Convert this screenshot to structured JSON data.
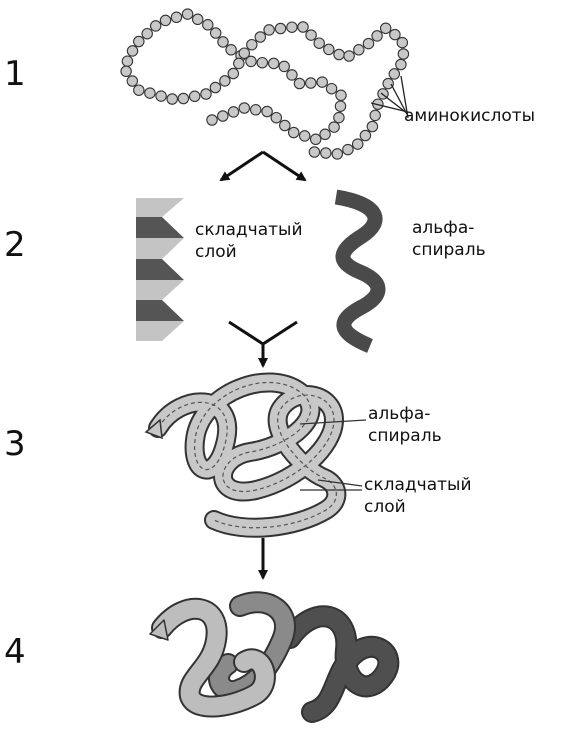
{
  "stages": [
    {
      "number": "1",
      "labels": [
        "аминокислоты"
      ]
    },
    {
      "number": "2",
      "labels": [
        "складчатый",
        "слой",
        "альфа-",
        "спираль"
      ]
    },
    {
      "number": "3",
      "labels": [
        "альфа-",
        "спираль",
        "складчатый",
        "слой"
      ]
    },
    {
      "number": "4",
      "labels": []
    }
  ],
  "colors": {
    "bead_fill": "#c8c8c8",
    "outline": "#333333",
    "sheet_light": "#c4c4c4",
    "sheet_dark": "#555555",
    "helix": "#4a4a4a",
    "fold4_light": "#bdbdbd",
    "fold4_mid": "#8a8a8a",
    "fold4_dark": "#4f4f4f"
  }
}
